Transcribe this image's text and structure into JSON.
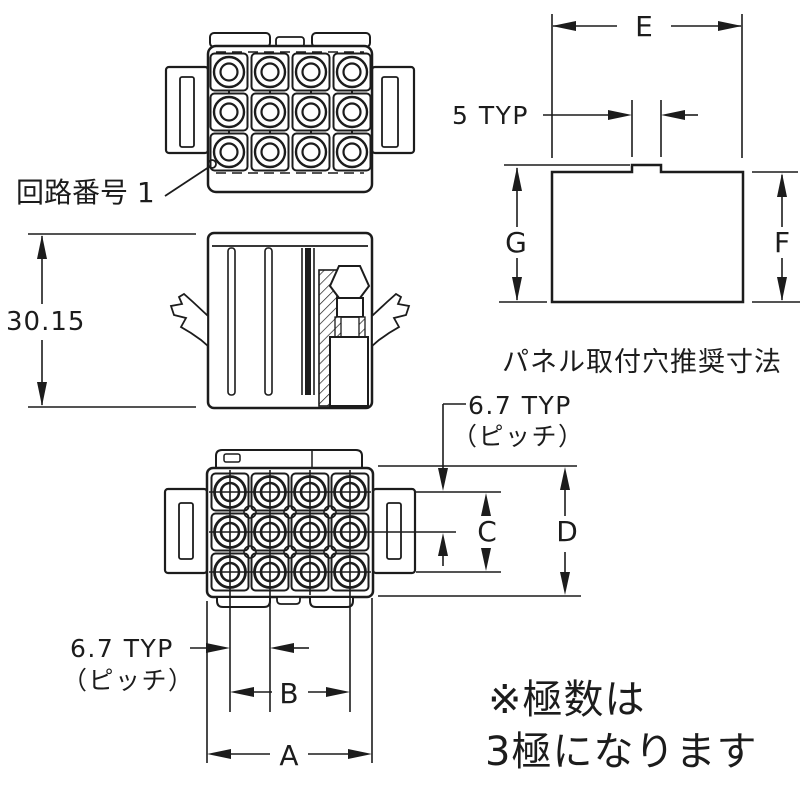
{
  "drawing": {
    "front_view": {
      "circuit_label": "回路番号 1"
    },
    "side_view": {
      "height_dim": "30.15"
    },
    "panel_hole": {
      "caption": "パネル取付穴推奨寸法",
      "dim_width": "E",
      "dim_notch": "5 TYP",
      "dim_height_with_notch": "G",
      "dim_height": "F"
    },
    "rear_view": {
      "pitch_top": {
        "line1": "6.7 TYP",
        "line2": "（ピッチ）"
      },
      "pitch_bottom": {
        "line1": "6.7 TYP",
        "line2": "（ピッチ）"
      },
      "dim_row_span": "C",
      "dim_height": "D",
      "dim_col_span": "B",
      "dim_width": "A"
    },
    "note": {
      "line1": "※極数は",
      "line2": "3極になります"
    },
    "colors": {
      "line": "#1c1c1c",
      "background": "#ffffff"
    }
  }
}
